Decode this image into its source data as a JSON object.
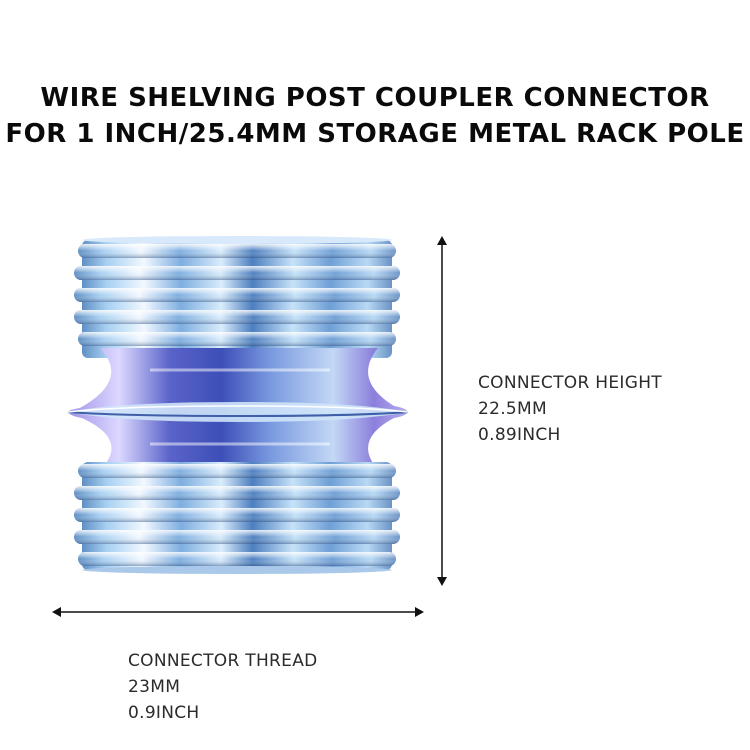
{
  "title": {
    "line1": "WIRE SHELVING POST COUPLER CONNECTOR",
    "line2": "FOR 1 INCH/25.4MM STORAGE METAL RACK POLE"
  },
  "height_spec": {
    "label": "CONNECTOR HEIGHT",
    "metric": "22.5MM",
    "imperial": "0.89INCH"
  },
  "thread_spec": {
    "label": "CONNECTOR THREAD",
    "metric": "23MM",
    "imperial": "0.9INCH"
  },
  "colors": {
    "metal_light": "#e8f2fb",
    "metal_mid": "#8fbde6",
    "metal_dark": "#3a6ea8",
    "metal_purple": "#8a7fd8",
    "arrow": "#111111"
  }
}
